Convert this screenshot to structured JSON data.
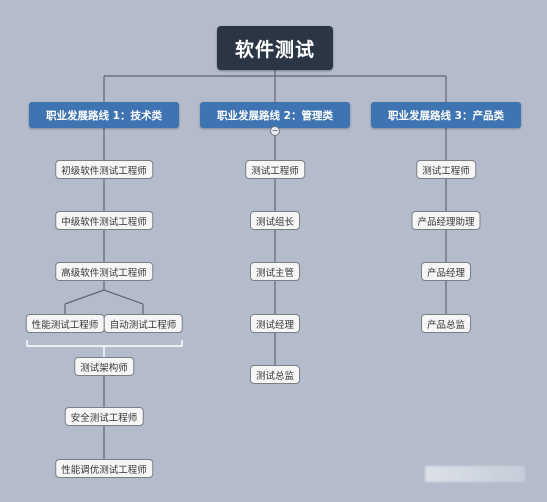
{
  "root": {
    "label": "软件测试"
  },
  "branches": [
    {
      "label": "职业发展路线 1：技术类"
    },
    {
      "label": "职业发展路线 2：管理类"
    },
    {
      "label": "职业发展路线 3：产品类"
    }
  ],
  "technical": {
    "items": [
      "初级软件测试工程师",
      "中级软件测试工程师",
      "高级软件测试工程师"
    ],
    "split": [
      "性能测试工程师",
      "自动测试工程师"
    ],
    "after": [
      "测试架构师",
      "安全测试工程师",
      "性能调优测试工程师"
    ]
  },
  "management": {
    "items": [
      "测试工程师",
      "测试组长",
      "测试主管",
      "测试经理",
      "测试总监"
    ]
  },
  "product": {
    "items": [
      "测试工程师",
      "产品经理助理",
      "产品经理",
      "产品总监"
    ]
  },
  "colors": {
    "background": "#b4bccc",
    "root": "#2b3645",
    "branch": "#3f74b2",
    "line": "#5f6670",
    "node": "#f6f6f6"
  }
}
